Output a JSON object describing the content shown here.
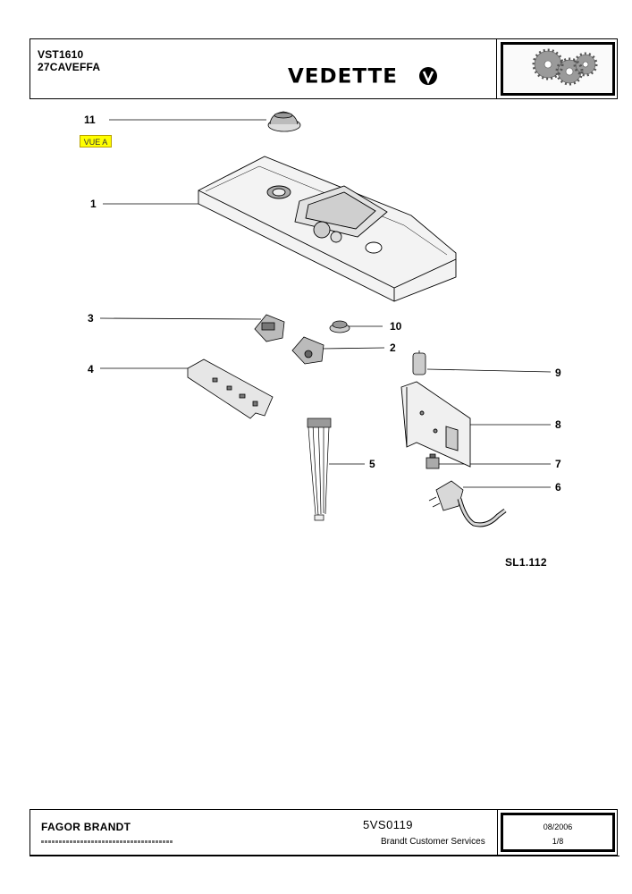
{
  "header": {
    "model_line1": "VST1610",
    "model_line2": "27CAVEFFA",
    "brand": "VEDETTE"
  },
  "diagram": {
    "view_label": "VUE A",
    "callouts": {
      "c11": "11",
      "c1": "1",
      "c3": "3",
      "c10": "10",
      "c2": "2",
      "c4": "4",
      "c9": "9",
      "c8": "8",
      "c5": "5",
      "c7": "7",
      "c6": "6"
    },
    "sheet_code": "SL1.112"
  },
  "footer": {
    "manufacturer": "FAGOR BRANDT",
    "doc_code": "5VS0119",
    "service": "Brandt Customer Services",
    "date": "08/2006",
    "page": "1/8"
  }
}
